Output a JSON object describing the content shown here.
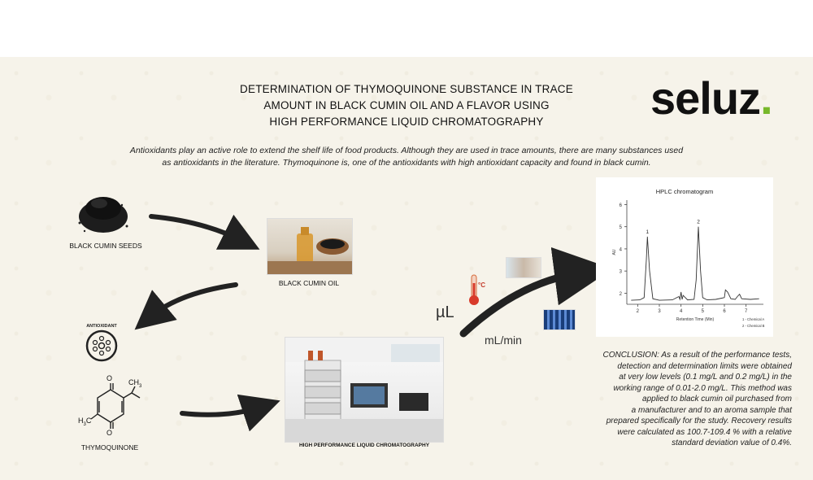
{
  "header": {
    "title_lines": [
      "DETERMINATION OF THYMOQUINONE SUBSTANCE IN TRACE",
      "AMOUNT IN BLACK CUMIN OIL AND A FLAVOR USING",
      "HIGH PERFORMANCE LIQUID CHROMATOGRAPHY"
    ],
    "logo_text": "seluz",
    "logo_dot": ".",
    "logo_dot_color": "#77b82a"
  },
  "intro": {
    "line1": "Antioxidants play an active role to extend the shelf life of food products. Although they are used in trace amounts, there are many substances used",
    "line2": "as antioxidants in the literature. Thymoquinone is, one of the antioxidants with high antioxidant capacity and found in black cumin."
  },
  "labels": {
    "seeds": "BLACK CUMIN SEEDS",
    "oil": "BLACK CUMIN OIL",
    "antioxidant_badge": "ANTIOXIDANT",
    "thymoquinone": "THYMOQUINONE",
    "hplc": "HIGH PERFORMANCE LIQUID CHROMATOGRAPHY",
    "unit_ul": "µL",
    "unit_mlmin": "mL/min",
    "thermo_unit": "°C"
  },
  "molecule": {
    "o_top": "O",
    "o_bottom": "O",
    "ch3_top": "CH",
    "ch3_top_sub": "3",
    "h3c": "H",
    "h3c_sub": "3",
    "h3c_c": "C"
  },
  "chromatogram": {
    "title": "HPLC chromatogram",
    "ylabel": "AU",
    "xlabel": "Retention Time (Min)",
    "y_ticks": [
      "2",
      "3",
      "4",
      "5",
      "6"
    ],
    "x_ticks": [
      "2",
      "3",
      "4",
      "5",
      "6",
      "7"
    ],
    "peak_labels": [
      "1",
      "2"
    ],
    "legend": [
      "1 - Chemical A",
      "2 - Chemical B"
    ]
  },
  "chart_data": {
    "type": "line",
    "title": "HPLC chromatogram",
    "xlabel": "Retention Time (Min)",
    "ylabel": "AU",
    "xlim": [
      1.5,
      7.8
    ],
    "ylim": [
      1.5,
      6.2
    ],
    "series": [
      {
        "x": [
          1.7,
          2.1,
          2.3,
          2.4,
          2.45,
          2.55,
          2.7,
          3.0,
          3.6,
          3.9,
          3.95,
          4.0,
          4.05,
          4.1,
          4.3,
          4.6,
          4.7,
          4.8,
          4.9,
          5.0,
          5.2,
          5.6,
          6.0,
          6.05,
          6.15,
          6.3,
          6.5,
          6.6,
          6.7,
          6.8,
          7.2,
          7.6
        ],
        "y": [
          1.68,
          1.7,
          1.8,
          3.5,
          4.55,
          3.0,
          1.75,
          1.68,
          1.7,
          1.85,
          1.72,
          2.05,
          1.72,
          1.9,
          1.7,
          1.72,
          2.6,
          5.0,
          3.0,
          1.8,
          1.7,
          1.72,
          1.8,
          2.15,
          2.05,
          1.75,
          1.72,
          1.85,
          1.95,
          1.75,
          1.72,
          1.75
        ]
      }
    ],
    "annotations": [
      "1",
      "2"
    ]
  },
  "conclusion": {
    "lines": [
      "CONCLUSION: As a result of the performance tests,",
      "detection and determination limits were obtained",
      "at very low levels (0.1 mg/L and 0.2 mg/L) in the",
      "working range of 0.01-2.0 mg/L. This method was",
      "applied to black cumin oil purchased from",
      "a manufacturer and to an aroma sample that",
      "prepared specifically for the study. Recovery results",
      "were calculated as 100.7-109.4 % with a relative",
      "standard deviation value of 0.4%."
    ]
  }
}
